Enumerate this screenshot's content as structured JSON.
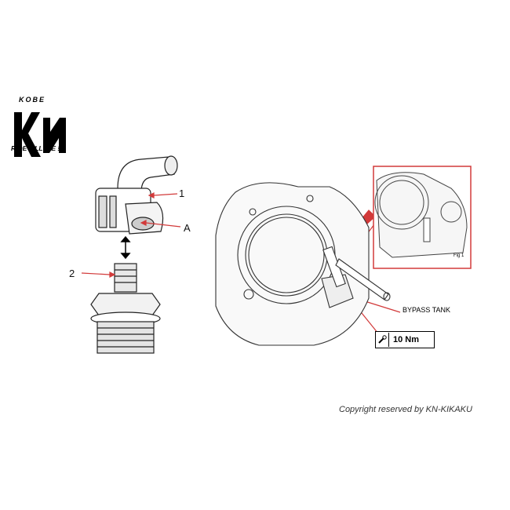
{
  "logo": {
    "top_text": "KOBE",
    "brand_text": "KN",
    "tagline": "RIDE TILL DIE !!"
  },
  "parts": {
    "label_1": "1",
    "label_a": "A",
    "label_2": "2"
  },
  "engine": {
    "bypass_label": "BYPASS TANK",
    "torque_value": "10 Nm",
    "inset_caption": "Fig 1"
  },
  "copyright": "Copyright reserved by KN-KIKAKU",
  "colors": {
    "callout": "#d23a3a",
    "line": "#222222"
  }
}
